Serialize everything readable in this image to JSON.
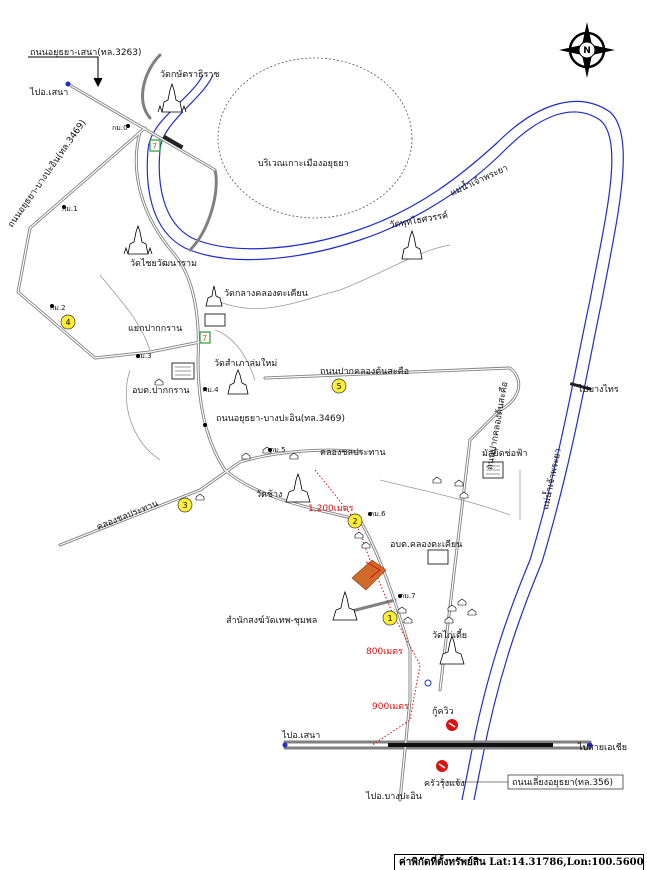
{
  "labels": {
    "rd_asia_3263": "ถนนอยุธยา-เสนา(ทล.3263)",
    "to_sena_top": "ไปอ.เสนา",
    "wat_kasat": "วัดกษัตราธิราช",
    "ayutthaya_island": "บริเวณเกาะเมืองอยุธยา",
    "chaophraya_upper": "แม่น้ำเจ้าพระยา",
    "wat_phutthai": "วัดพุทไธศวรรค์",
    "rd_bangpa_in_3469_vertical": "ถนนอยุธยา-บางปะอิน(ทล.3469)",
    "km0": "กม.0",
    "km1": "กม.1",
    "km2": "กม.2",
    "km3": "กม.3",
    "km4": "กม.4",
    "km5": "กม.5",
    "km6": "กม.6",
    "km7": "กม.7",
    "wat_chai": "วัดไชยวัฒนาราม",
    "wat_klang": "วัดกลางคลองตะเคียน",
    "yaek_pak_kran": "แยกปากกราน",
    "obt_pak_kran": "อบต.ปากกราน",
    "wat_samphao": "วัดสำเภาล่มใหม่",
    "rd_pak_khlong": "ถนนปากคลองต้นสะคือ",
    "rd_bangpa_in_3469": "ถนนอยุธยา-บางปะอิน(ทล.3469)",
    "to_bang_sai": "ไปบางไทร",
    "khlong_chon": "คลองชลประทาน",
    "khlong_chon_left": "คลองชลประทาน",
    "wat_chang": "วัดช้าง",
    "dist_1200": "1,200เมตร",
    "mosque": "มัสยิดช่อฟ้า",
    "obt_khlong_takhian": "อบต.คลองตะเคียน",
    "samnak_song": "สำนักสงฆ์วัดเทพ-ชุมพล",
    "wat_kai_tia": "วัดไก่เตี้ย",
    "dist_800": "800เมตร",
    "dist_900": "900เมตร",
    "ku_wiw": "กู้ควิว",
    "to_sena_bottom": "ไปอ.เสนา",
    "to_asia": "ไปสายเอเชีย",
    "krua_rung": "ครัวรุ้งแจ้ง",
    "to_bang_pa_in": "ไปอ.บางปะอิน",
    "rd_bypass_356": "ถนนเลี่ยงอยุธยา(ทล.356)",
    "chaophraya_right": "แม่น้ำเจ้าพระยา",
    "compass_n": "N"
  },
  "markers": {
    "m1": "1",
    "m2": "2",
    "m3": "3",
    "m4": "4",
    "m5": "5"
  },
  "coordinates": "ค่าพิกัดที่ตั้งทรัพย์สิน Lat:14.31786,Lon:100.56009",
  "colors": {
    "river": "#1f2ec9",
    "road": "#808080",
    "marker": "#ffee33",
    "distance": "#d11111",
    "lot": "#d06a2a"
  }
}
